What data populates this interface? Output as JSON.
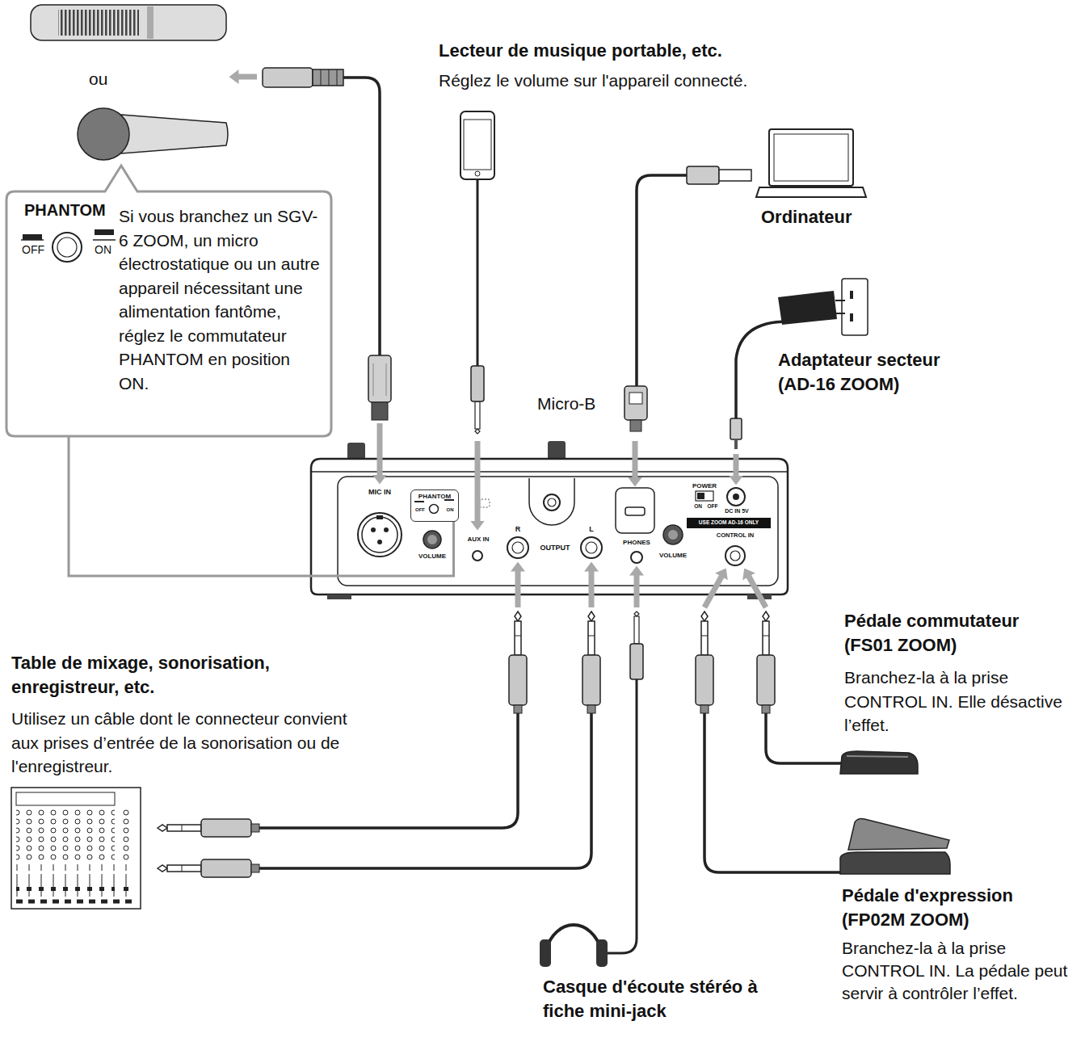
{
  "diagram": {
    "nodes": [
      {
        "text": [
          "PHANTOM",
          "OFF",
          "ON",
          "Si vous branchez un SGV-6 ZOOM, un micro électrostatique ou un autre appareil nécessitant une alimentation fantôme, réglez le commutateur PHANTOM en position ON."
        ]
      },
      {
        "text": [
          "MIC IN",
          "VOLUME",
          "AUX IN",
          "R",
          "OUTPUT",
          "L",
          "PHONES",
          "VOLUME",
          "POWER",
          "ON",
          "OFF",
          "DC IN 5V",
          "USE ZOOM AD-16 ONLY",
          "CONTROL IN"
        ]
      },
      {
        "text": [
          "PHANTOM",
          "OFF",
          "ON"
        ],
        "in": 1
      }
    ],
    "edges": [
      {
        "from": 0,
        "to": 2,
        "arrow": "none"
      }
    ],
    "labels": [
      "ou",
      "Lecteur de musique portable, etc.",
      "Réglez le volume sur l'appareil connecté.",
      "Ordinateur",
      "Adaptateur secteur (AD-16 ZOOM)",
      "Micro-B",
      "Table de mixage, sonorisation, enregistreur, etc.",
      "Utilisez un câble dont le connecteur convient aux prises d’entrée de la sonorisation ou de l'enregistreur.",
      "Pédale commutateur (FS01 ZOOM)",
      "Branchez-la à la prise CONTROL IN. Elle désactive l’effet.",
      "Pédale d'expression (FP02M ZOOM)",
      "Branchez-la à la prise CONTROL IN. La pédale peut servir à contrôler l’effet.",
      "Casque d'écoute stéréo à fiche mini-jack"
    ]
  }
}
